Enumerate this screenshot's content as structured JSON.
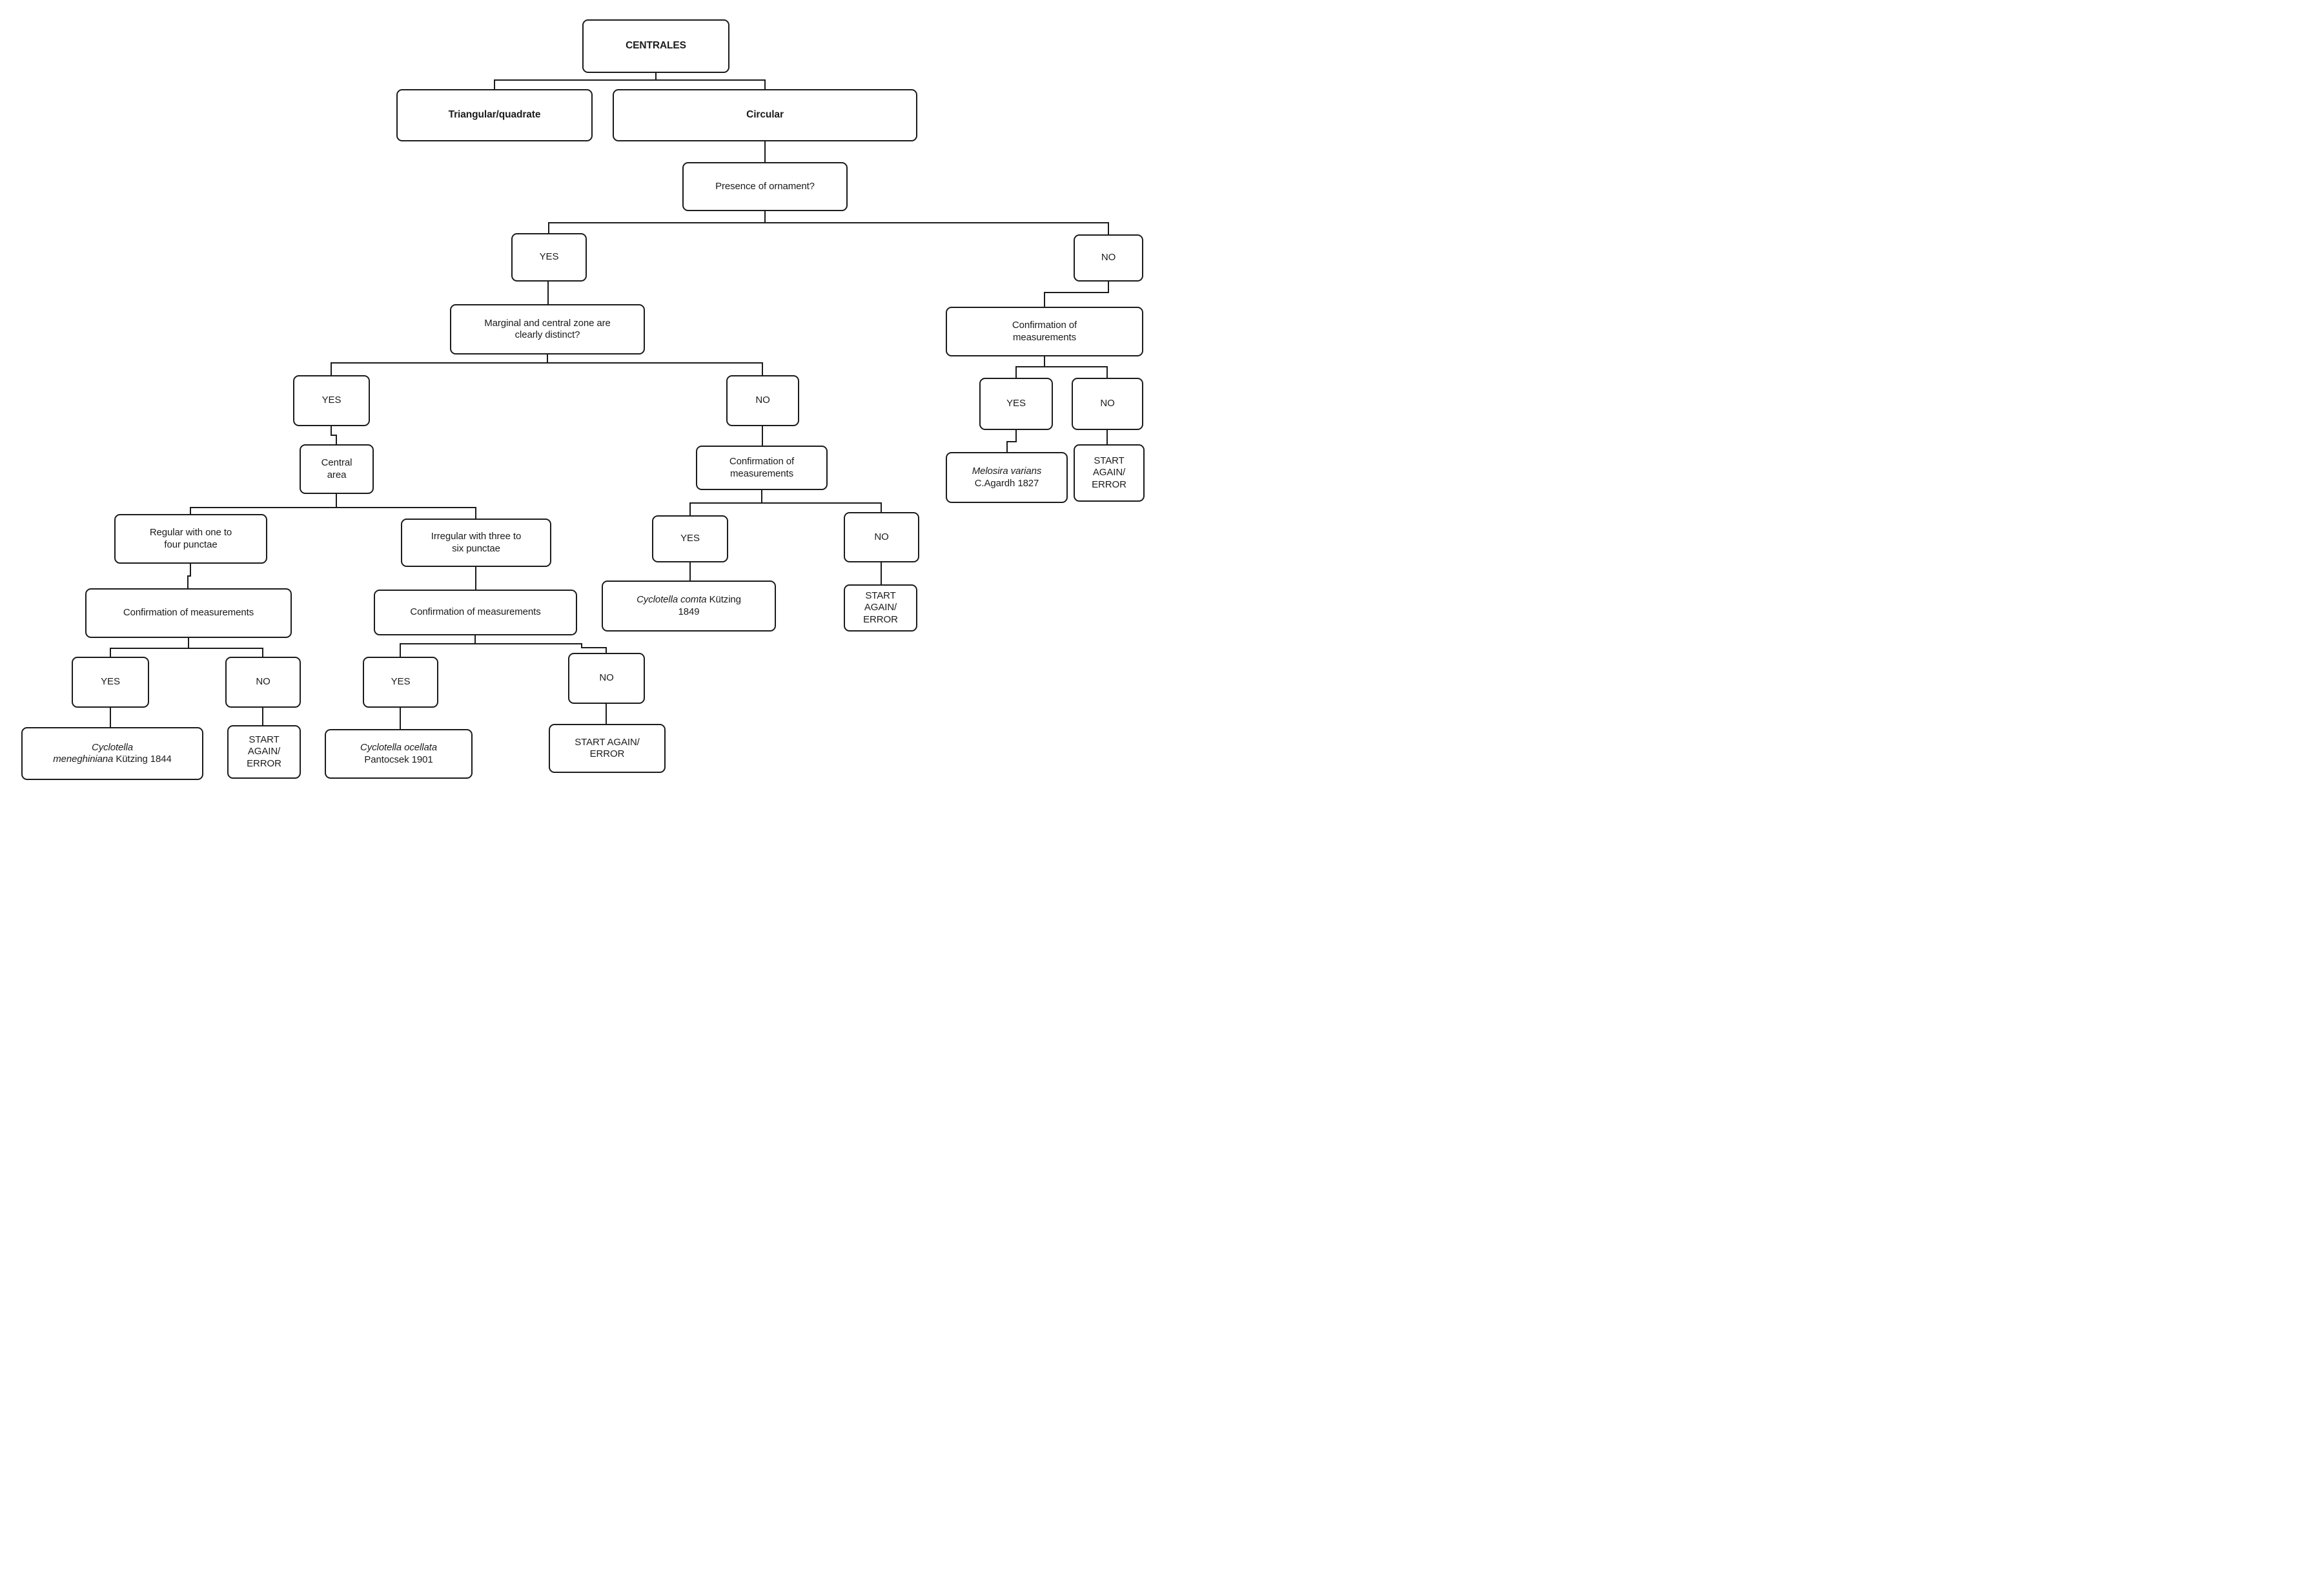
{
  "colors": {
    "background": "#ffffff",
    "line": "#1b1b1b",
    "text": "#1b1b1b",
    "box_fill": "#ffffff"
  },
  "nodes": {
    "centrales": {
      "text": "CENTRALES"
    },
    "triangular": {
      "text": "Triangular/quadrate"
    },
    "circular": {
      "text": "Circular"
    },
    "ornament": {
      "text": "Presence of ornament?"
    },
    "yes_ornament": {
      "text": "YES"
    },
    "no_ornament": {
      "text": "NO"
    },
    "distinct": {
      "line1": "Marginal and central zone are",
      "line2": "clearly distinct?"
    },
    "confirm_no_ornament": {
      "line1": "Confirmation of",
      "line2": "measurements"
    },
    "yes_distinct": {
      "text": "YES"
    },
    "no_distinct": {
      "text": "NO"
    },
    "yes_confirm_no_ornament": {
      "text": "YES"
    },
    "no_confirm_no_ornament": {
      "text": "NO"
    },
    "central_area": {
      "line1": "Central",
      "line2": "area"
    },
    "confirm_no_distinct": {
      "line1": "Confirmation of",
      "line2": "measurements"
    },
    "melosira": {
      "line1_italic": "Melosira varians",
      "line2": "C.Agardh 1827"
    },
    "start_no_ornament": {
      "line1": "START",
      "line2": "AGAIN/",
      "line3": "ERROR"
    },
    "regular": {
      "line1": "Regular with one to",
      "line2": "four punctae"
    },
    "irregular": {
      "line1": "Irregular with three to",
      "line2": "six punctae"
    },
    "yes_confirm_no_distinct": {
      "text": "YES"
    },
    "no_confirm_no_distinct": {
      "text": "NO"
    },
    "confirm_regular": {
      "text": "Confirmation of measurements"
    },
    "confirm_irregular": {
      "text": "Confirmation of measurements"
    },
    "comta": {
      "line1_italic": "Cyclotella comta",
      "line1_rest": " Kützing",
      "line2": "1849"
    },
    "start_no_distinct": {
      "line1": "START",
      "line2": "AGAIN/",
      "line3": "ERROR"
    },
    "yes_confirm_regular": {
      "text": "YES"
    },
    "no_confirm_regular": {
      "text": "NO"
    },
    "yes_confirm_irregular": {
      "text": "YES"
    },
    "no_confirm_irregular": {
      "text": "NO"
    },
    "meneghiniana": {
      "line1_italic": "Cyclotella",
      "line2_italic": "meneghiniana",
      "line2_rest": " Kützing 1844"
    },
    "start_regular": {
      "line1": "START",
      "line2": "AGAIN/",
      "line3": "ERROR"
    },
    "ocellata": {
      "line1_italic": "Cyclotella ocellata",
      "line2": "Pantocsek 1901"
    },
    "start_irregular": {
      "line1": "START AGAIN/",
      "line2": "ERROR"
    }
  }
}
